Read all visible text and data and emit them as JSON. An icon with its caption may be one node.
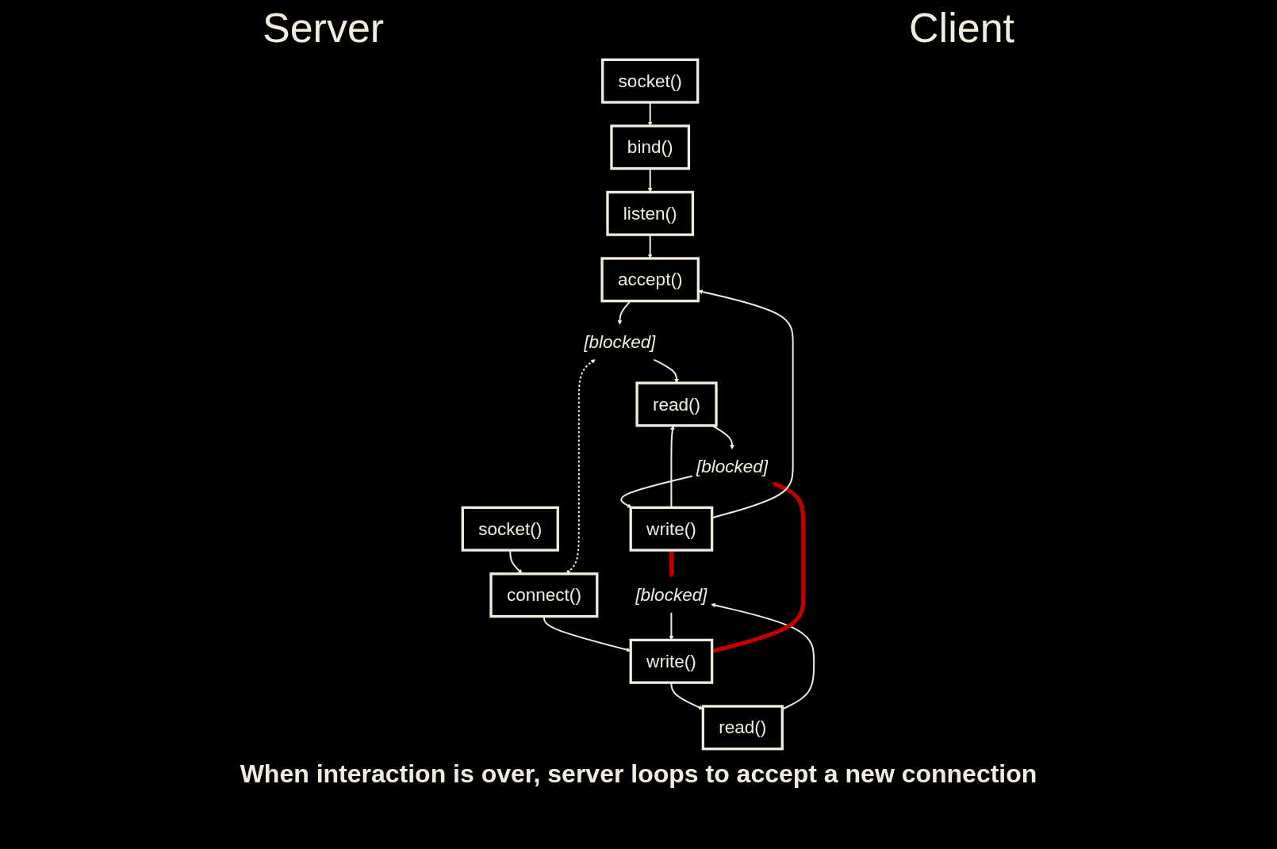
{
  "diagram": {
    "nodes": [
      {
        "text": [
          "socket()"
        ]
      },
      {
        "text": [
          "bind()"
        ]
      },
      {
        "text": [
          "listen()"
        ]
      },
      {
        "text": [
          "accept()"
        ]
      },
      {
        "text": [
          "[blocked]"
        ]
      },
      {
        "text": [
          "read()"
        ]
      },
      {
        "text": [
          "[blocked]"
        ]
      },
      {
        "text": [
          "write()"
        ]
      },
      {
        "text": [
          "socket()"
        ]
      },
      {
        "text": [
          "connect()"
        ]
      },
      {
        "text": [
          "write()"
        ]
      },
      {
        "text": [
          "read()"
        ]
      },
      {
        "text": [
          "[blocked]"
        ]
      }
    ],
    "edges": [
      {
        "from": 0,
        "to": 1,
        "arrow": "to"
      },
      {
        "from": 1,
        "to": 2,
        "arrow": "to"
      },
      {
        "from": 2,
        "to": 3,
        "arrow": "to"
      },
      {
        "from": 3,
        "to": 4,
        "arrow": "to"
      },
      {
        "from": 4,
        "to": 5,
        "arrow": "to"
      },
      {
        "from": 5,
        "to": 6,
        "arrow": "to"
      },
      {
        "from": 6,
        "to": 7,
        "arrow": "to"
      },
      {
        "from": 8,
        "to": 9,
        "arrow": "to"
      },
      {
        "from": 9,
        "to": 10,
        "arrow": "to"
      },
      {
        "from": 10,
        "to": 11,
        "arrow": "to"
      },
      {
        "from": 11,
        "to": 12,
        "arrow": "to"
      },
      {
        "from": 4,
        "to": 9,
        "arrow": "both",
        "style": "dashed"
      },
      {
        "from": 10,
        "to": 6,
        "arrow": "to",
        "style": "thick",
        "color": "#c00000"
      },
      {
        "from": 7,
        "to": 12,
        "arrow": "to",
        "style": "thick",
        "color": "#c00000"
      },
      {
        "from": 12,
        "to": 10,
        "arrow": "to"
      },
      {
        "from": 7,
        "to": 5,
        "arrow": "to"
      },
      {
        "from": 7,
        "to": 3,
        "arrow": "to"
      }
    ],
    "labels": [
      "Server",
      "Client",
      "When interaction is over, server loops to accept a new connection"
    ]
  }
}
